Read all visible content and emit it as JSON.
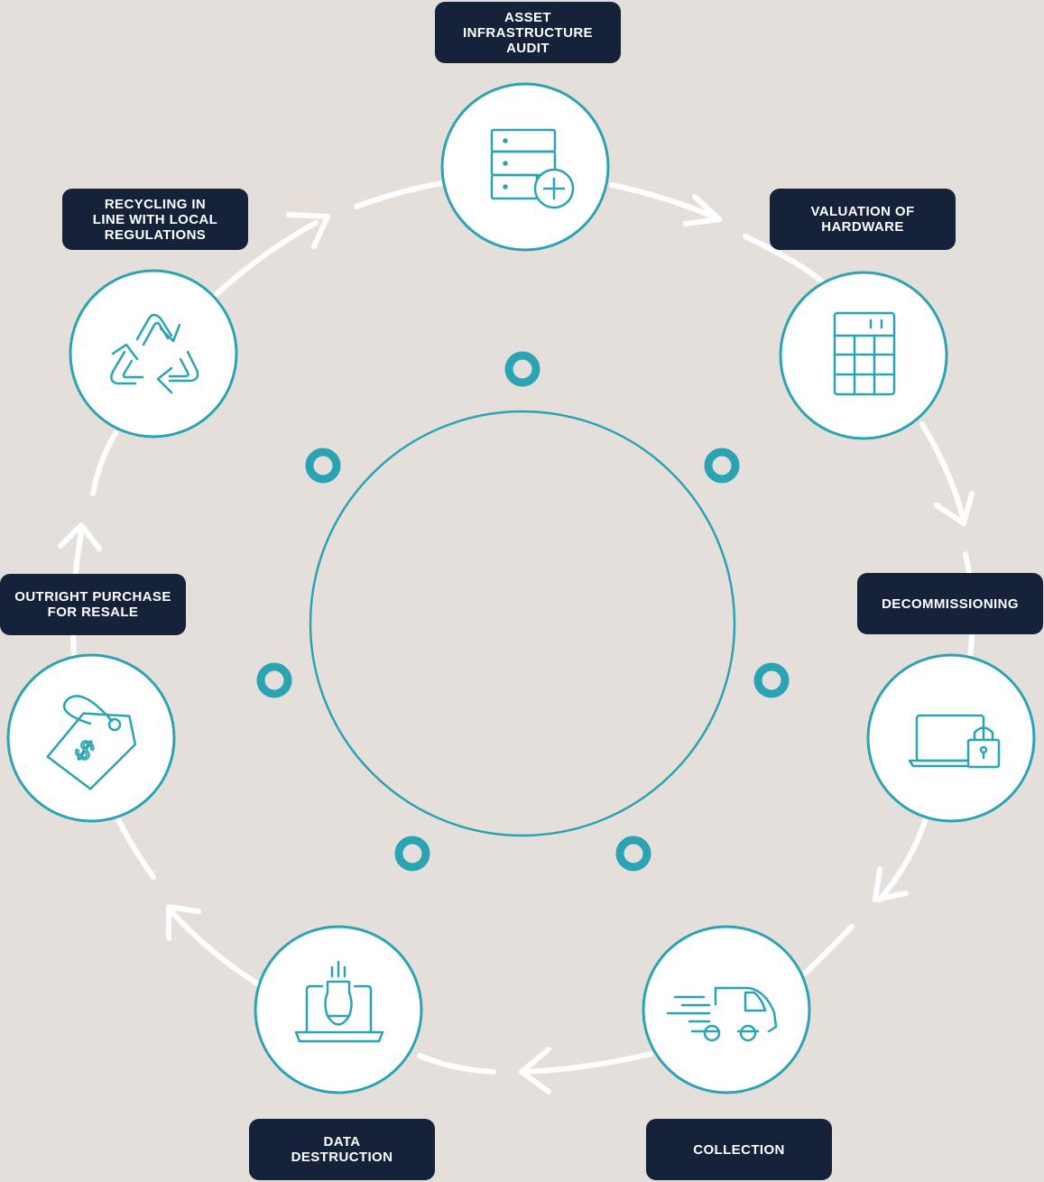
{
  "colors": {
    "background": "#e5dfdb",
    "accent": "#2aa3b3",
    "label_bg": "#16213a",
    "label_text": "#ffffff",
    "ring": "#ffffff"
  },
  "steps": [
    {
      "label": "ASSET\nINFRASTRUCTURE\nAUDIT",
      "icon": "server-plus-icon"
    },
    {
      "label": "VALUATION OF\nHARDWARE",
      "icon": "calculator-icon"
    },
    {
      "label": "DECOMMISSIONING",
      "icon": "laptop-lock-icon"
    },
    {
      "label": "COLLECTION",
      "icon": "delivery-van-icon"
    },
    {
      "label": "DATA\nDESTRUCTION",
      "icon": "laptop-bomb-icon"
    },
    {
      "label": "OUTRIGHT PURCHASE\nFOR RESALE",
      "icon": "price-tag-dollar-icon"
    },
    {
      "label": "RECYCLING IN\nLINE WITH LOCAL\nREGULATIONS",
      "icon": "recycle-icon"
    }
  ]
}
